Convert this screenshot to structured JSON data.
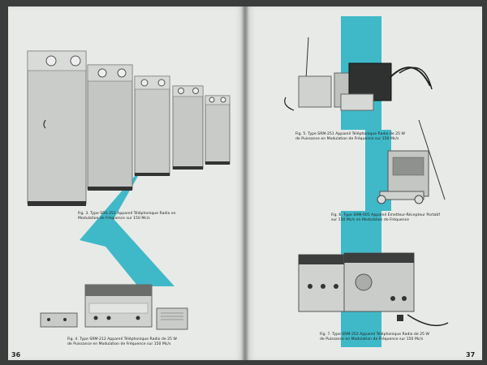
{
  "spread": {
    "left_page": {
      "page_number": "36",
      "figures": [
        {
          "caption_line1": "Fig. 3.  Type SRS-252  Appareil Téléphonique Radio en",
          "caption_line2": "Modulation de Fréquence sur 150 Mc/s"
        },
        {
          "caption_line1": "Fig. 4.  Type SRM-212  Appareil Téléphonique Radio de 25 W",
          "caption_line2": "de Puissance en Modulation de Fréquence sur 150 Mc/s"
        }
      ]
    },
    "right_page": {
      "page_number": "37",
      "figures": [
        {
          "caption_line1": "Fig. 5.  Type SRM-251  Appareil Téléphonique Radio de 25 W",
          "caption_line2": "de Puissance en Modulation de Fréquence sur 150 Mc/s"
        },
        {
          "caption_line1": "Fig. 6.  Type SRM-005  Appareil Émetteur-Récepteur Portatif",
          "caption_line2": "sur 150 Mc/s en Modulation de Fréquence"
        },
        {
          "caption_line1": "Fig. 7.  Type SRM-252  Appareil Téléphonique Radio de 25 W",
          "caption_line2": "de Puissance en Modulation de Fréquence sur 150 Mc/s"
        }
      ]
    },
    "colors": {
      "accent": "#3fb9c8",
      "paper": "#e8eae7"
    }
  }
}
